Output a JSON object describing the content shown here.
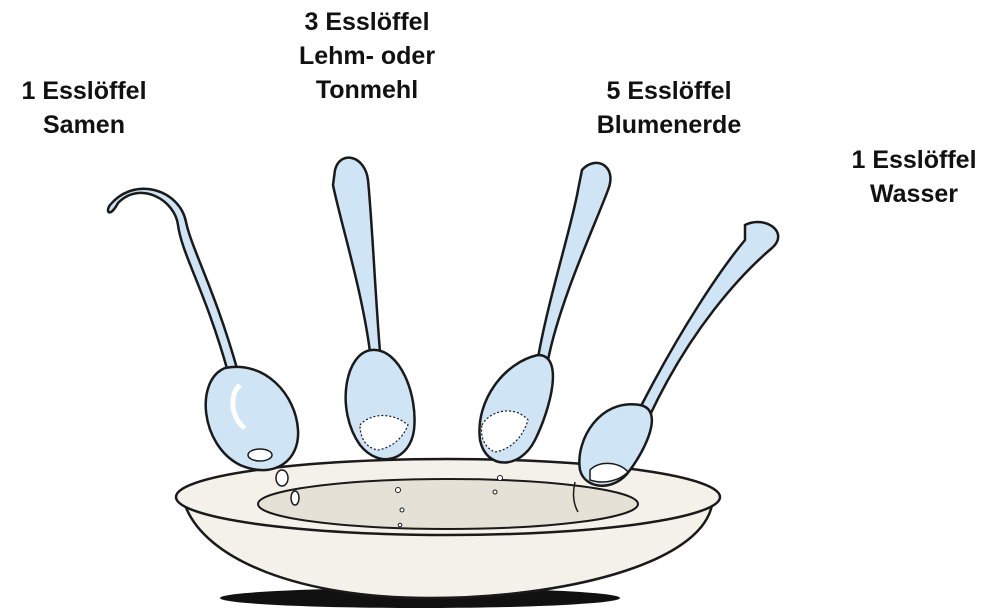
{
  "labels": [
    {
      "lines": [
        "1 Esslöffel",
        "Samen"
      ]
    },
    {
      "lines": [
        "3 Esslöffel",
        "Lehm- oder",
        "Tonmehl"
      ]
    },
    {
      "lines": [
        "5 Esslöffel",
        "Blumenerde"
      ]
    },
    {
      "lines": [
        "1 Esslöffel",
        "Wasser"
      ]
    }
  ],
  "colors": {
    "outline": "#1a1a1a",
    "spoon_fill": "#cfe4f5",
    "spoon_highlight": "#ffffff",
    "bowl_fill": "#f4f1ea",
    "bowl_inner": "#e6e1d6",
    "bowl_shadow": "#111111",
    "spoon_rim_tint": "#c9b65a"
  },
  "icons": [
    "spoon-samen",
    "spoon-lehm",
    "spoon-erde",
    "spoon-wasser",
    "bowl"
  ]
}
